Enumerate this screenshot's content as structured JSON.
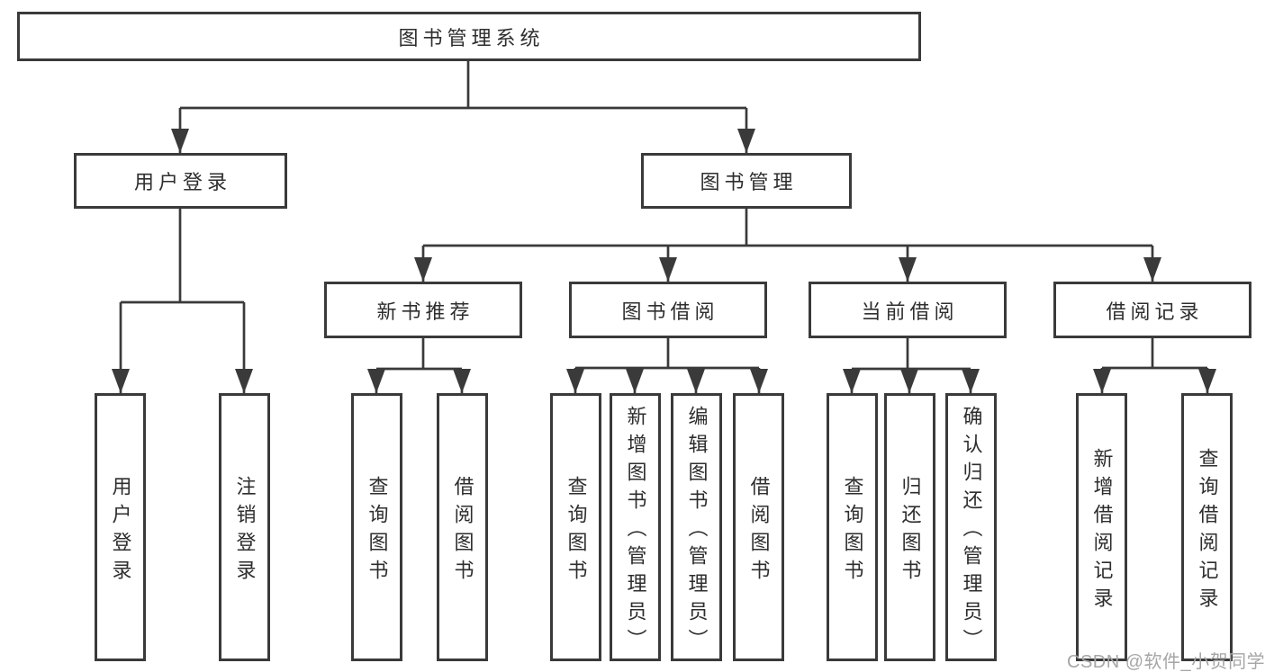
{
  "diagram": {
    "root": "图书管理系统",
    "branches": {
      "user_login": {
        "label": "用户登录",
        "children": {
          "login": "用户登录",
          "logout": "注销登录"
        }
      },
      "book_management": {
        "label": "图书管理",
        "children": {
          "new_book_recommend": {
            "label": "新书推荐",
            "children": {
              "query_book": "查询图书",
              "borrow_book": "借阅图书"
            }
          },
          "book_borrow": {
            "label": "图书借阅",
            "children": {
              "query_book": "查询图书",
              "add_book_admin": "新增图书（管理员）",
              "edit_book_admin": "编辑图书（管理员）",
              "borrow_book": "借阅图书"
            }
          },
          "current_borrow": {
            "label": "当前借阅",
            "children": {
              "query_book": "查询图书",
              "return_book": "归还图书",
              "confirm_return_admin": "确认归还（管理员）"
            }
          },
          "borrow_records": {
            "label": "借阅记录",
            "children": {
              "add_record": "新增借阅记录",
              "query_record": "查询借阅记录"
            }
          }
        }
      }
    }
  },
  "watermark": "CSDN @软件_小贺同学",
  "colors": {
    "line": "#3a3a3a",
    "border": "#3a3a3a",
    "text": "#2e2e2e",
    "watermark": "#a6a6a6",
    "background": "#ffffff"
  }
}
